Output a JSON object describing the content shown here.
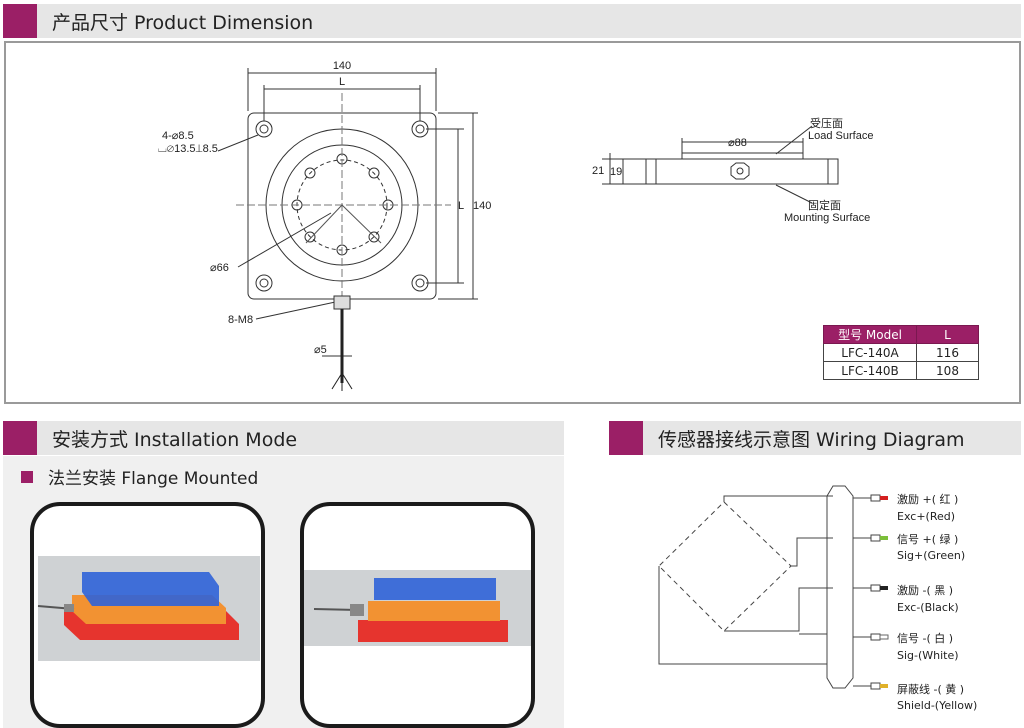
{
  "sections": {
    "dimension": "产品尺寸 Product Dimension",
    "installation": "安装方式 Installation Mode",
    "wiring": "传感器接线示意图  Wiring Diagram"
  },
  "installation": {
    "subtitle": "法兰安装 Flange Mounted"
  },
  "drawing": {
    "width_top": "140",
    "l_top": "L",
    "holes_line1": "4-⌀8.5",
    "holes_line2": "⌴⌀13.5⟂8.5",
    "d66": "⌀66",
    "m8": "8-M8",
    "d5": "⌀5",
    "l_side": "L",
    "height_side": "140",
    "d88": "⌀88",
    "h21": "21",
    "h19": "19",
    "load_cn": "受压面",
    "load_en": "Load Surface",
    "mount_cn": "固定面",
    "mount_en": "Mounting Surface"
  },
  "model_table": {
    "headers": [
      "型号 Model",
      "L"
    ],
    "rows": [
      [
        "LFC-140A",
        "116"
      ],
      [
        "LFC-140B",
        "108"
      ]
    ]
  },
  "wiring": {
    "wires": [
      {
        "cn": "激励 +( 红 )",
        "en": "Exc+(Red)",
        "color": "#d42020"
      },
      {
        "cn": "信号 +( 绿 )",
        "en": "Sig+(Green)",
        "color": "#7cbf3a"
      },
      {
        "cn": "激励 -( 黑 )",
        "en": "Exc-(Black)",
        "color": "#222222"
      },
      {
        "cn": "信号 -( 白 )",
        "en": "Sig-(White)",
        "color": "#ffffff"
      },
      {
        "cn": "屏蔽线 -( 黄 )",
        "en": "Shield-(Yellow)",
        "color": "#e0b12a"
      }
    ]
  },
  "colors": {
    "accent": "#9b1f66",
    "header_bg": "#e6e6e6"
  }
}
